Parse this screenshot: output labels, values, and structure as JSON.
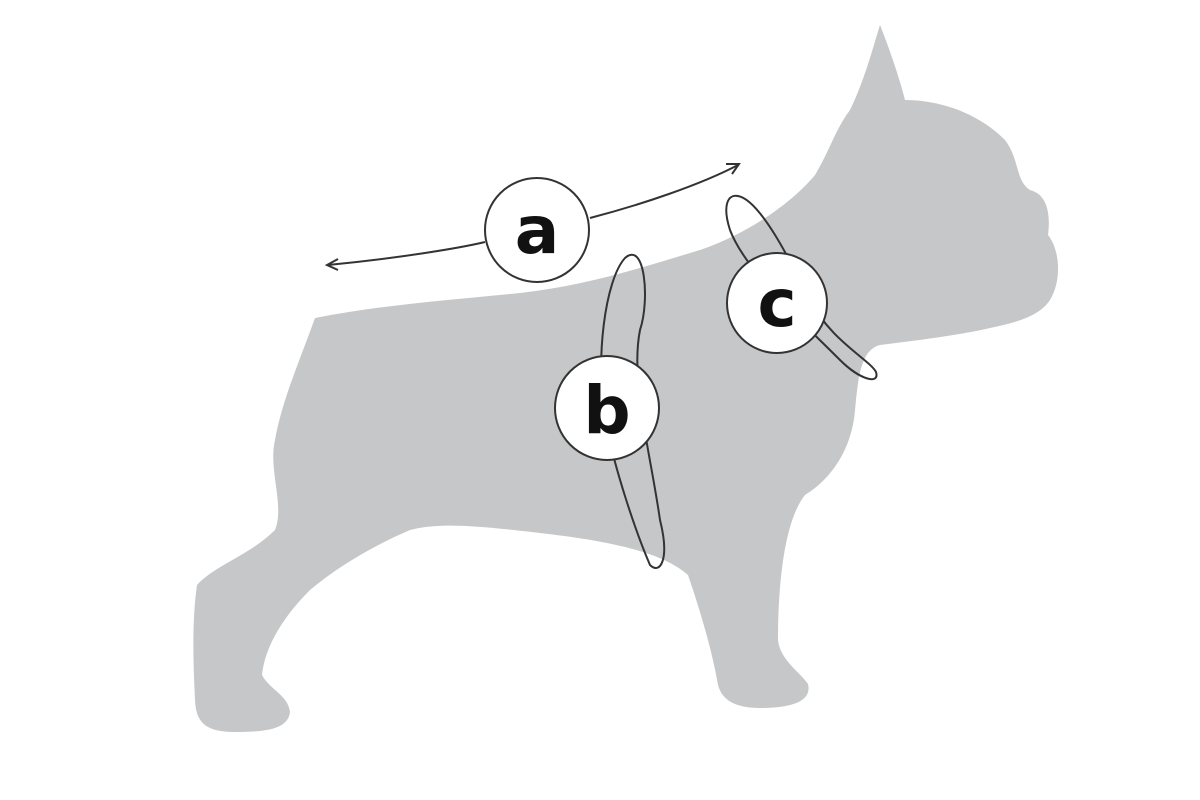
{
  "diagram": {
    "subject": "dog-silhouette",
    "colors": {
      "silhouette": "#c6c7c8",
      "line": "#333333",
      "label": "#111111",
      "background": "#ffffff"
    },
    "labels": {
      "a": "a",
      "b": "b",
      "c": "c"
    }
  }
}
